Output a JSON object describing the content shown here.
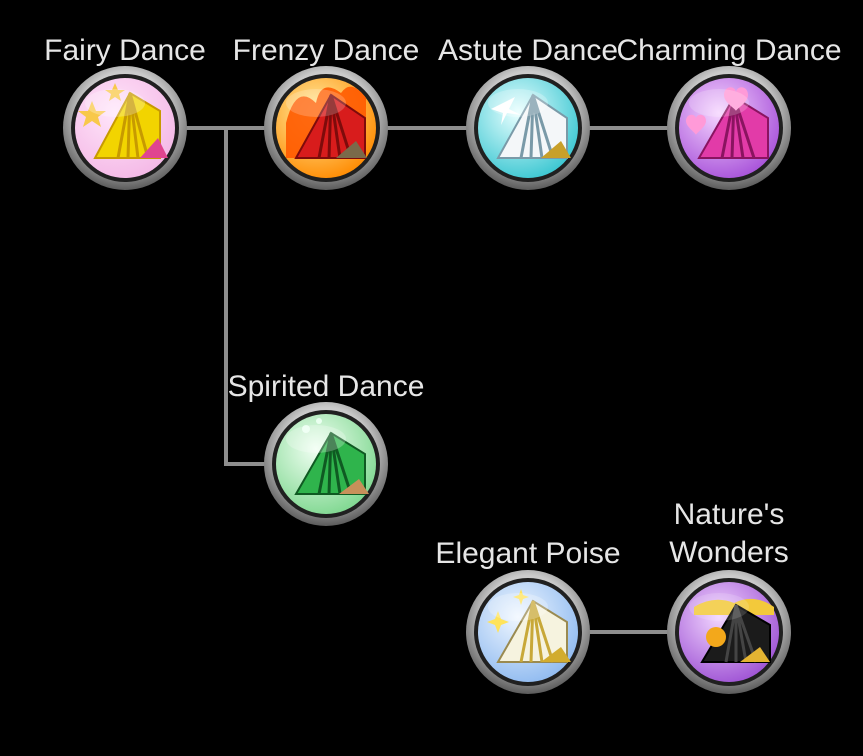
{
  "skill_tree": {
    "nodes": [
      {
        "id": "fairy-dance",
        "label": "Fairy Dance",
        "icon": "fairy-fan-icon",
        "colors": {
          "bg": "#f4b8e6",
          "fan": "#f2d400",
          "deco": "#f8c84a"
        }
      },
      {
        "id": "frenzy-dance",
        "label": "Frenzy Dance",
        "icon": "frenzy-fan-icon",
        "colors": {
          "bg": "#ff8a00",
          "fan": "#d81c1c",
          "deco": "#ffd000"
        }
      },
      {
        "id": "astute-dance",
        "label": "Astute Dance",
        "icon": "astute-fan-icon",
        "colors": {
          "bg": "#7fe3e8",
          "fan": "#f4f7f9",
          "deco": "#e8f8ff"
        }
      },
      {
        "id": "charming-dance",
        "label": "Charming Dance",
        "icon": "charming-fan-icon",
        "colors": {
          "bg": "#c57be6",
          "fan": "#e23ba8",
          "deco": "#ff9ad8"
        }
      },
      {
        "id": "spirited-dance",
        "label": "Spirited Dance",
        "icon": "spirited-fan-icon",
        "colors": {
          "bg": "#bff0c6",
          "fan": "#2fb44c",
          "deco": "#eafff0"
        }
      },
      {
        "id": "elegant-poise",
        "label": "Elegant Poise",
        "icon": "elegant-fan-icon",
        "colors": {
          "bg": "#b9d6ff",
          "fan": "#f6f3df",
          "deco": "#ffe35a"
        }
      },
      {
        "id": "natures-wonders",
        "label": "Nature's Wonders",
        "icon": "nature-fan-icon",
        "colors": {
          "bg": "#c27fe8",
          "fan": "#1b1b1b",
          "deco": "#f3c93b"
        }
      }
    ]
  },
  "colors": {
    "background": "#000000",
    "connector": "#8e8e8e",
    "label_text": "#e6e6e6"
  }
}
